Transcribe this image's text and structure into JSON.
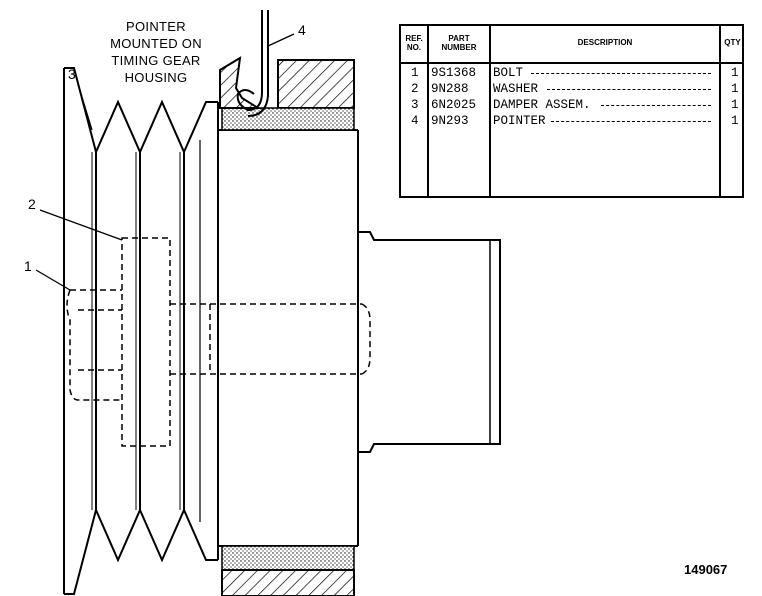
{
  "note": {
    "lines": [
      "POINTER",
      "MOUNTED ON",
      "TIMING GEAR",
      "HOUSING"
    ]
  },
  "callouts": {
    "c1": "1",
    "c2": "2",
    "c3": "3",
    "c4": "4"
  },
  "table": {
    "headers": {
      "ref_line1": "REF.",
      "ref_line2": "NO.",
      "part_line1": "PART",
      "part_line2": "NUMBER",
      "description": "DESCRIPTION",
      "qty": "QTY"
    },
    "rows": [
      {
        "ref": "1",
        "part": "9S1368",
        "desc": "BOLT",
        "qty": "1"
      },
      {
        "ref": "2",
        "part": "9N288",
        "desc": "WASHER",
        "qty": "1"
      },
      {
        "ref": "3",
        "part": "6N2025",
        "desc": "DAMPER ASSEM.",
        "qty": "1"
      },
      {
        "ref": "4",
        "part": "9N293",
        "desc": "POINTER",
        "qty": "1"
      }
    ]
  },
  "drawing_number": "149067"
}
